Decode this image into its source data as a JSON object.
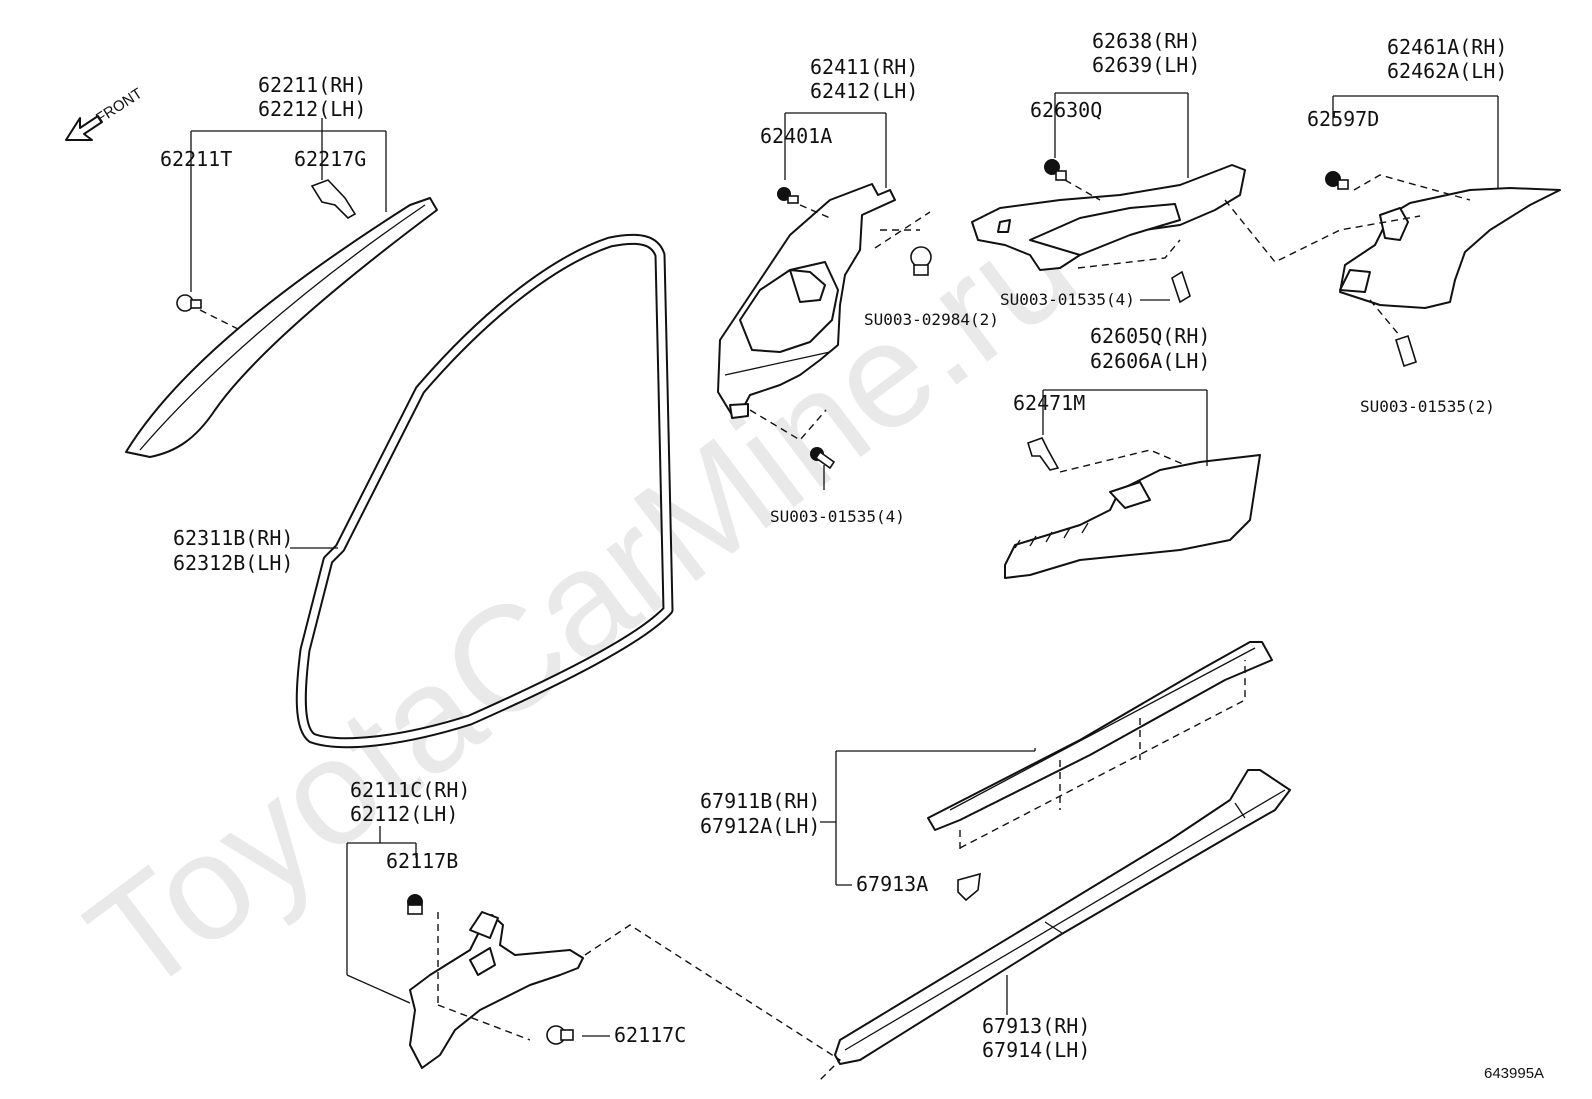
{
  "watermark": "ToyotaCarMine.ru",
  "diagram_id": "643995A",
  "direction": {
    "text": "FRONT"
  },
  "labels": {
    "p62211": "62211(RH)",
    "p62212": "62212(LH)",
    "p62211T": "62211T",
    "p62217G": "62217G",
    "p62311B": "62311B(RH)",
    "p62312B": "62312B(LH)",
    "p62411": "62411(RH)",
    "p62412": "62412(LH)",
    "p62401A": "62401A",
    "su02984": "SU003-02984(2)",
    "su01535_4a": "SU003-01535(4)",
    "p62638": "62638(RH)",
    "p62639": "62639(LH)",
    "p62630Q": "62630Q",
    "su01535_4b": "SU003-01535(4)",
    "p62461A": "62461A(RH)",
    "p62462A": "62462A(LH)",
    "p62597D": "62597D",
    "su01535_2": "SU003-01535(2)",
    "p62605Q": "62605Q(RH)",
    "p62606A": "62606A(LH)",
    "p62471M": "62471M",
    "p62111C": "62111C(RH)",
    "p62112": "62112(LH)",
    "p62117B": "62117B",
    "p62117C": "62117C",
    "p67911B": "67911B(RH)",
    "p67912A": "67912A(LH)",
    "p67913A": "67913A",
    "p67913": "67913(RH)",
    "p67914": "67914(LH)"
  }
}
